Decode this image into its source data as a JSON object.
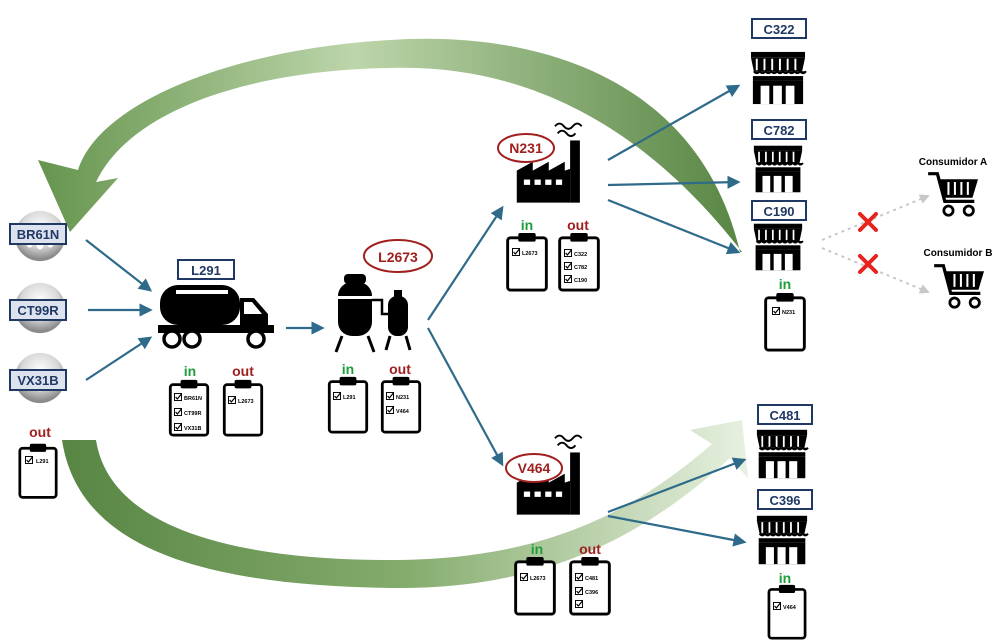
{
  "colors": {
    "navy": "#1f3864",
    "arrow": "#2e6b8a",
    "green": "#1e9e3a",
    "darkred": "#a01f1f",
    "red": "#e8231e",
    "lightgray": "#c8c8c8"
  },
  "suppliers": [
    {
      "id": "BR61N"
    },
    {
      "id": "CT99R"
    },
    {
      "id": "VX31B"
    }
  ],
  "supplier_out": {
    "label": "out",
    "items": [
      "L291"
    ]
  },
  "truck": {
    "id": "L291",
    "in_label": "in",
    "out_label": "out",
    "in_items": [
      "BR61N",
      "CT99R",
      "VX31B"
    ],
    "out_items": [
      "L2673"
    ]
  },
  "tank": {
    "id": "L2673",
    "in_label": "in",
    "out_label": "out",
    "in_items": [
      "L291"
    ],
    "out_items": [
      "N231",
      "V464"
    ]
  },
  "factory_n": {
    "id": "N231",
    "in_label": "in",
    "out_label": "out",
    "in_items": [
      "L2673"
    ],
    "out_items": [
      "C322",
      "C782",
      "C190"
    ]
  },
  "factory_v": {
    "id": "V464",
    "in_label": "in",
    "out_label": "out",
    "in_items": [
      "L2673"
    ],
    "out_items": [
      "C481",
      "C396"
    ]
  },
  "stores": [
    {
      "id": "C322"
    },
    {
      "id": "C782"
    },
    {
      "id": "C190"
    },
    {
      "id": "C481"
    },
    {
      "id": "C396"
    }
  ],
  "store_c190_in": {
    "label": "in",
    "items": [
      "N231"
    ]
  },
  "store_c396_in": {
    "label": "in",
    "items": [
      "V464"
    ]
  },
  "consumers": [
    {
      "label": "Consumidor A"
    },
    {
      "label": "Consumidor B"
    }
  ],
  "icons": {
    "supplier": "cow-udder-icon",
    "truck": "tanker-truck-icon",
    "tank": "storage-tank-icon",
    "factory": "factory-icon",
    "store": "store-icon",
    "cart": "shopping-cart-icon",
    "clipboard": "clipboard-icon",
    "blocked": "red-x-icon"
  }
}
